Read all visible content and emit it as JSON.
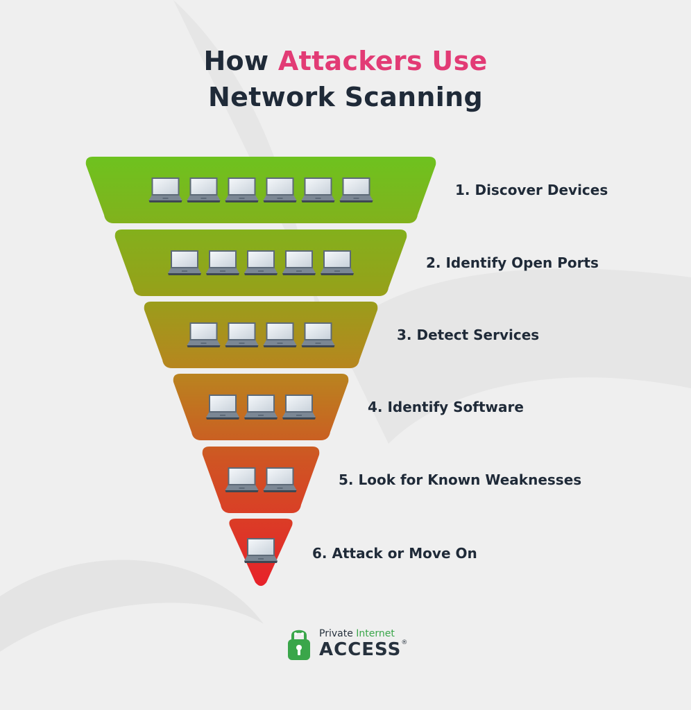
{
  "title": {
    "line1_prefix": "How",
    "line1_accent": "Attackers Use",
    "line2": "Network Scanning"
  },
  "steps": [
    {
      "label": "1. Discover Devices",
      "devices": 6
    },
    {
      "label": "2. Identify Open Ports",
      "devices": 5
    },
    {
      "label": "3. Detect Services",
      "devices": 4
    },
    {
      "label": "4. Identify Software",
      "devices": 3
    },
    {
      "label": "5. Look for Known Weaknesses",
      "devices": 2
    },
    {
      "label": "6. Attack or Move On",
      "devices": 1
    }
  ],
  "logo": {
    "line1_part1": "Private",
    "line1_part2": "Internet",
    "line2": "ACCESS",
    "registered": "®",
    "icon": "padlock-robot-icon"
  },
  "colors": {
    "title": "#1f2a38",
    "accent": "#e23b75",
    "funnel_top": "#6ec21f",
    "funnel_bottom": "#e8202a",
    "brand_green": "#3aa64a"
  }
}
